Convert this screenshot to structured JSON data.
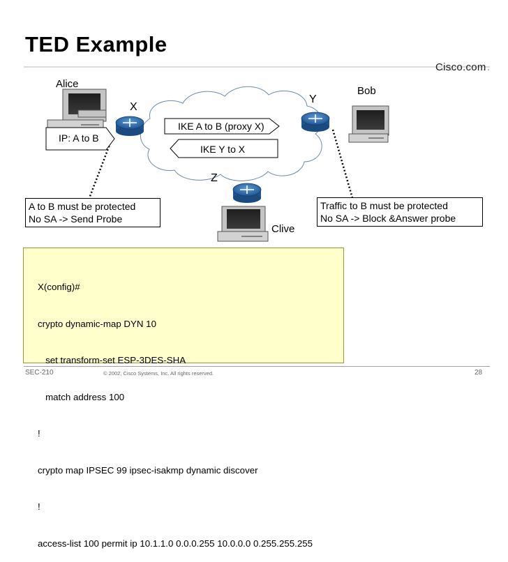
{
  "slide": {
    "title": "TED Example",
    "logo": "Cisco.com"
  },
  "diagram": {
    "hosts": {
      "alice": "Alice",
      "bob": "Bob",
      "clive": "Clive"
    },
    "routers": {
      "x": "X",
      "y": "Y",
      "z": "Z"
    },
    "ip_label": "IP: A to B",
    "ike_forward": "IKE A to B (proxy X)",
    "ike_reply": "IKE Y to X",
    "note_left": [
      "A to B must be protected",
      "No SA -> Send Probe"
    ],
    "note_right": [
      "Traffic to B must be protected",
      "No SA -> Block &Answer probe"
    ]
  },
  "config": {
    "lines": [
      "X(config)#",
      "crypto dynamic-map DYN 10",
      "   set transform-set ESP-3DES-SHA",
      "   match address 100",
      "!",
      "crypto map IPSEC 99 ipsec-isakmp dynamic discover",
      "!",
      "access-list 100 permit ip 10.1.1.0 0.0.0.255 10.0.0.0 0.255.255.255"
    ]
  },
  "footer": {
    "session_id": "SEC-210",
    "copyright": "© 2002, Cisco Systems, Inc. All rights reserved.",
    "page_number": "28"
  },
  "colors": {
    "router": "#2a66a8",
    "config_bg": "#ffffcc",
    "host_gray": "#c4c4c4"
  }
}
